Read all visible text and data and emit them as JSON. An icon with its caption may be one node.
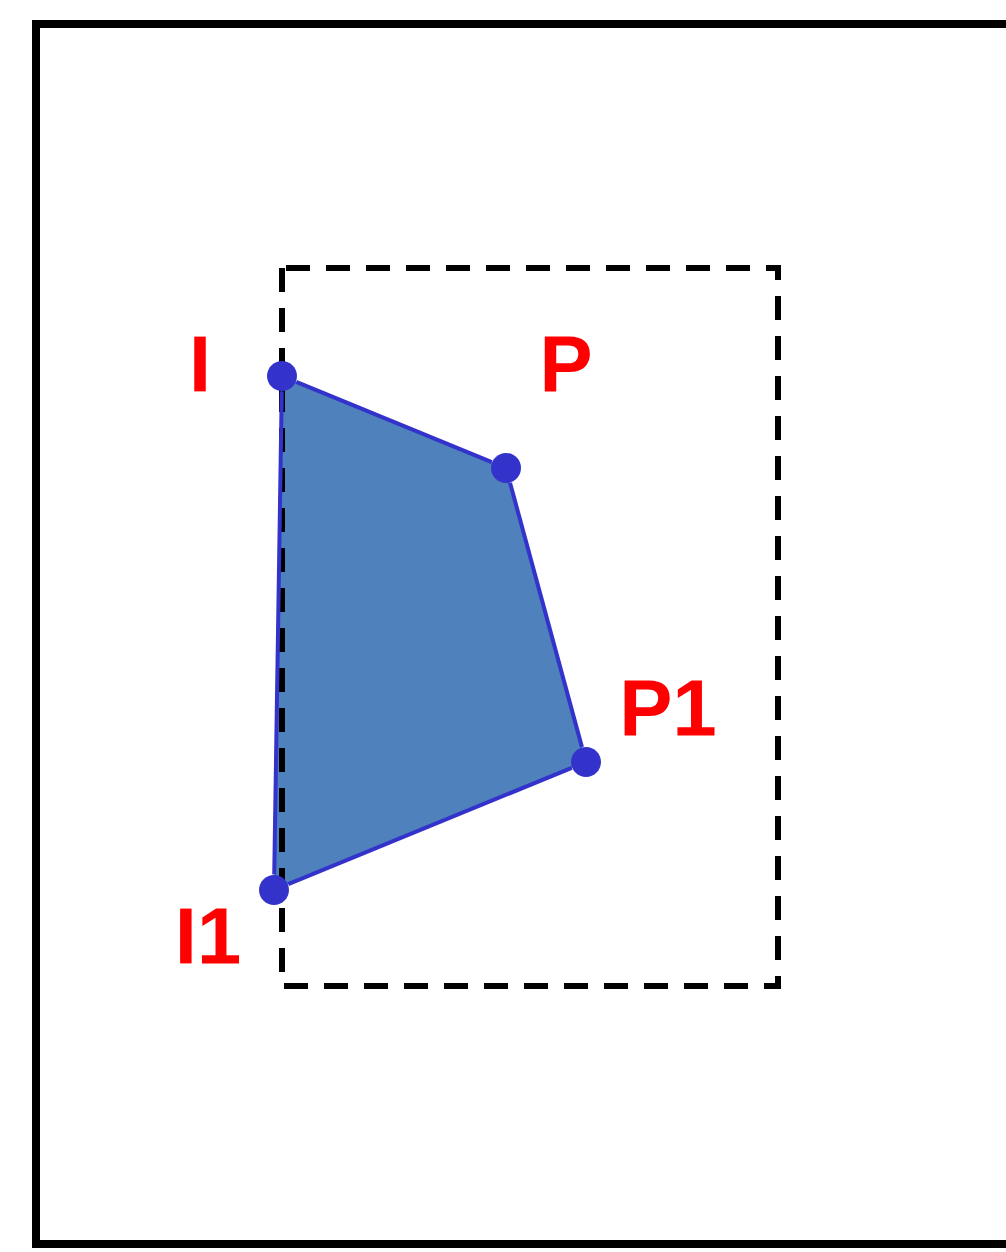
{
  "diagram": {
    "nodes": [
      {
        "text": [],
        "shape": "circle",
        "beside": [
          "I"
        ]
      },
      {
        "text": [],
        "shape": "circle",
        "beside": [
          "P"
        ]
      },
      {
        "text": [],
        "shape": "circle",
        "beside": [
          "P1"
        ]
      },
      {
        "text": [],
        "shape": "circle",
        "beside": [
          "I1"
        ]
      }
    ],
    "edges": [
      {
        "from": 0,
        "to": 1,
        "arrow": "none"
      },
      {
        "from": 1,
        "to": 2,
        "arrow": "none"
      },
      {
        "from": 2,
        "to": 3,
        "arrow": "none"
      },
      {
        "from": 3,
        "to": 0,
        "arrow": "none"
      }
    ]
  }
}
